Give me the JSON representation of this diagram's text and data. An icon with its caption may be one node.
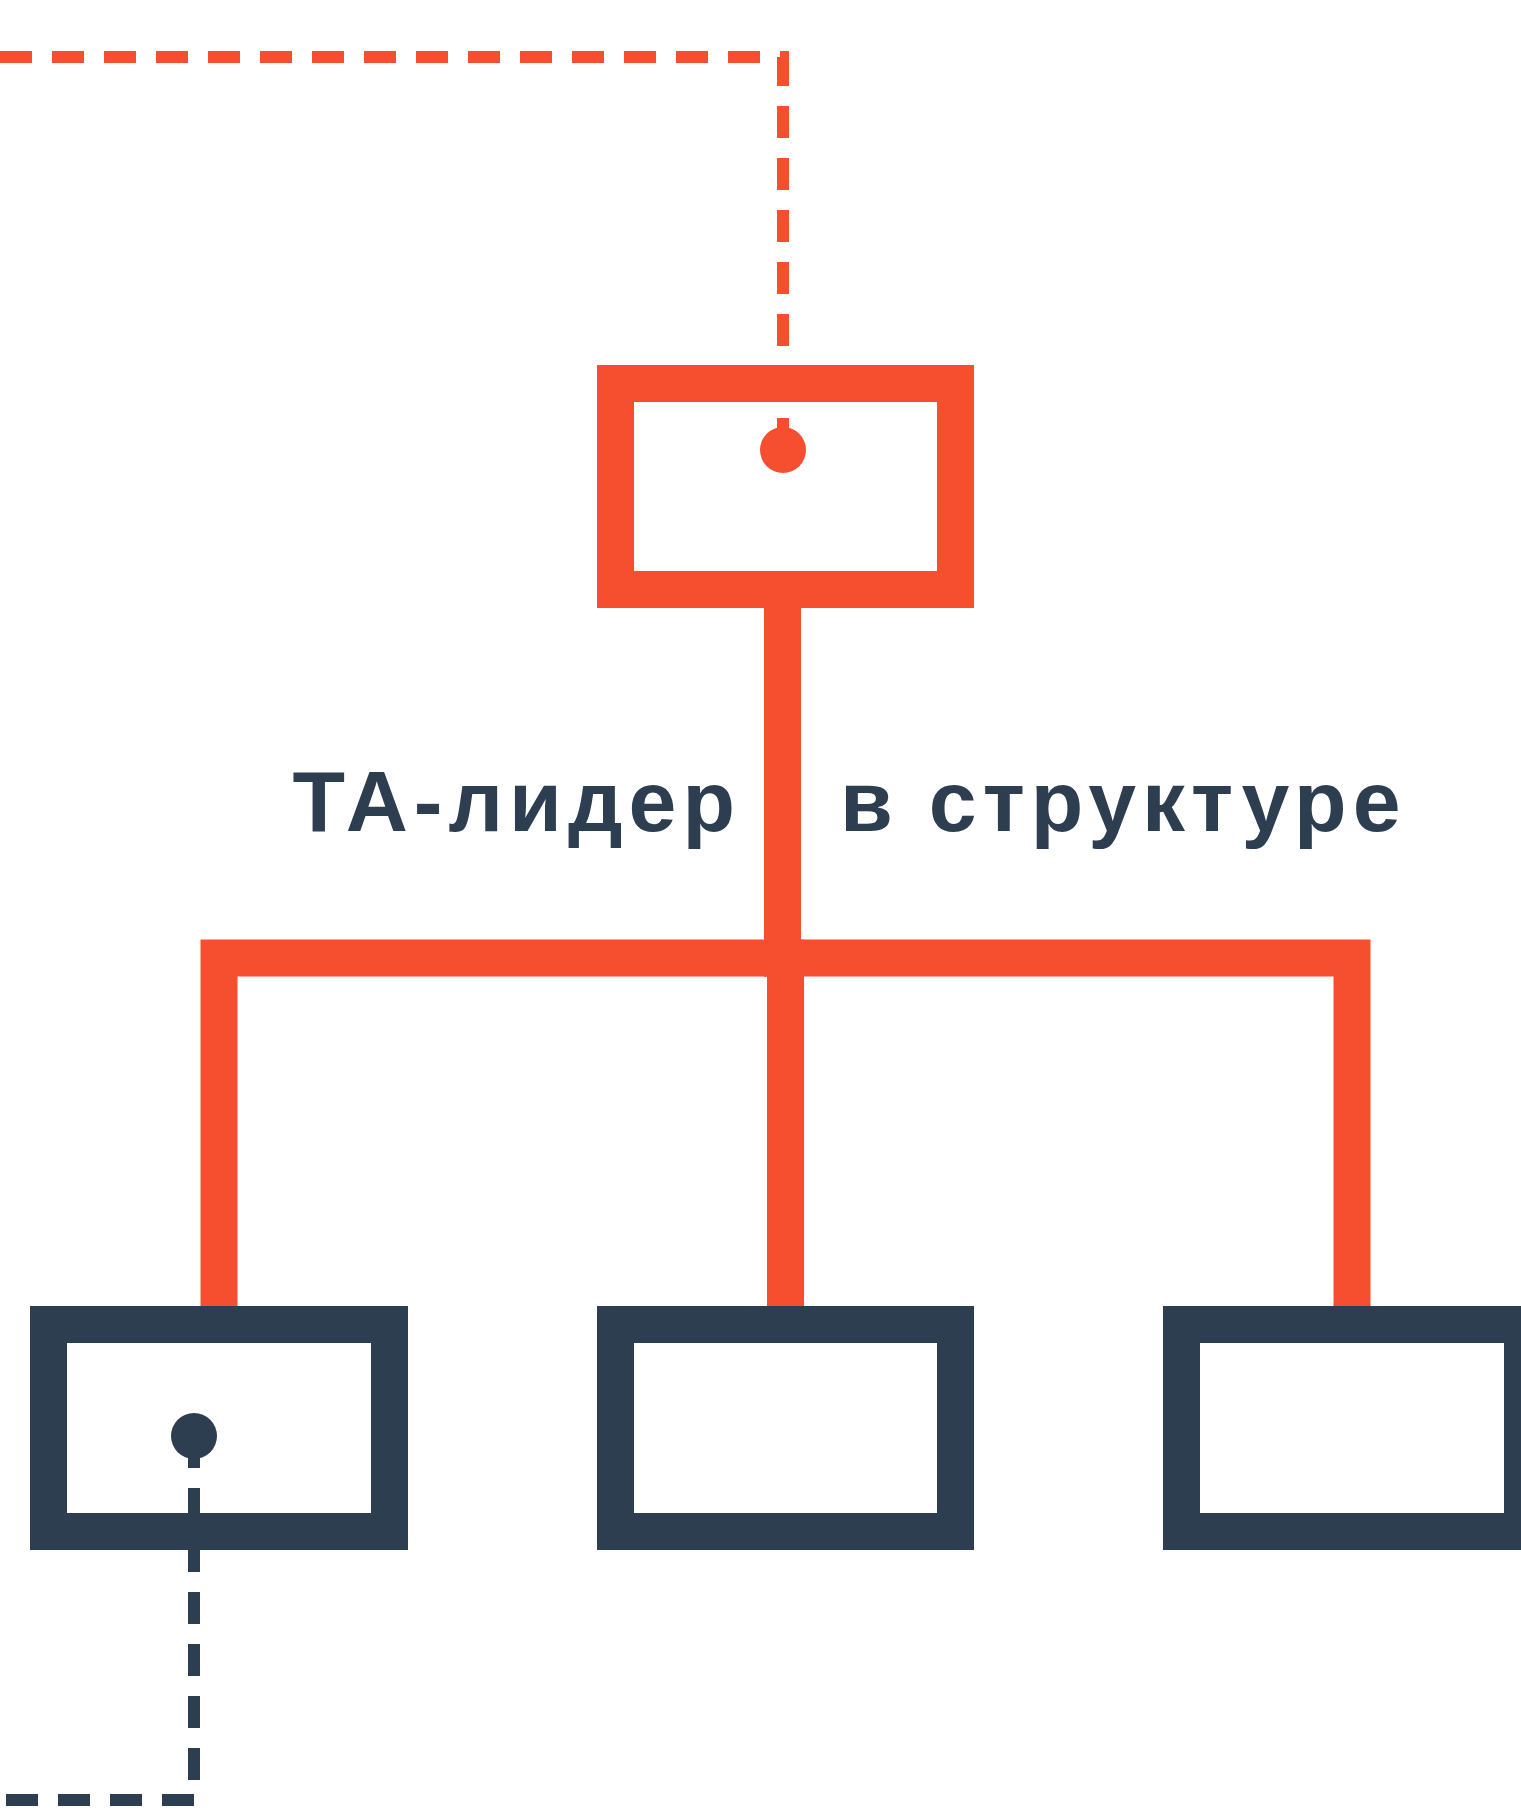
{
  "diagram": {
    "nodes": [
      {
        "text": [],
        "shape": "box"
      },
      {
        "text": [],
        "shape": "box"
      },
      {
        "text": [],
        "shape": "box"
      },
      {
        "text": [],
        "shape": "box"
      }
    ],
    "edges": [
      {
        "from": 0,
        "to": 1,
        "arrow": "none"
      },
      {
        "from": 0,
        "to": 2,
        "arrow": "none"
      },
      {
        "from": 0,
        "to": 3,
        "arrow": "none"
      },
      {
        "from": null,
        "to": 0,
        "arrow": "other",
        "style": "dashed"
      },
      {
        "from": 1,
        "to": null,
        "arrow": "other",
        "style": "dashed",
        "color": "#2d3e50"
      }
    ],
    "labels": [
      "ТА-лидер",
      "в структуре"
    ]
  }
}
